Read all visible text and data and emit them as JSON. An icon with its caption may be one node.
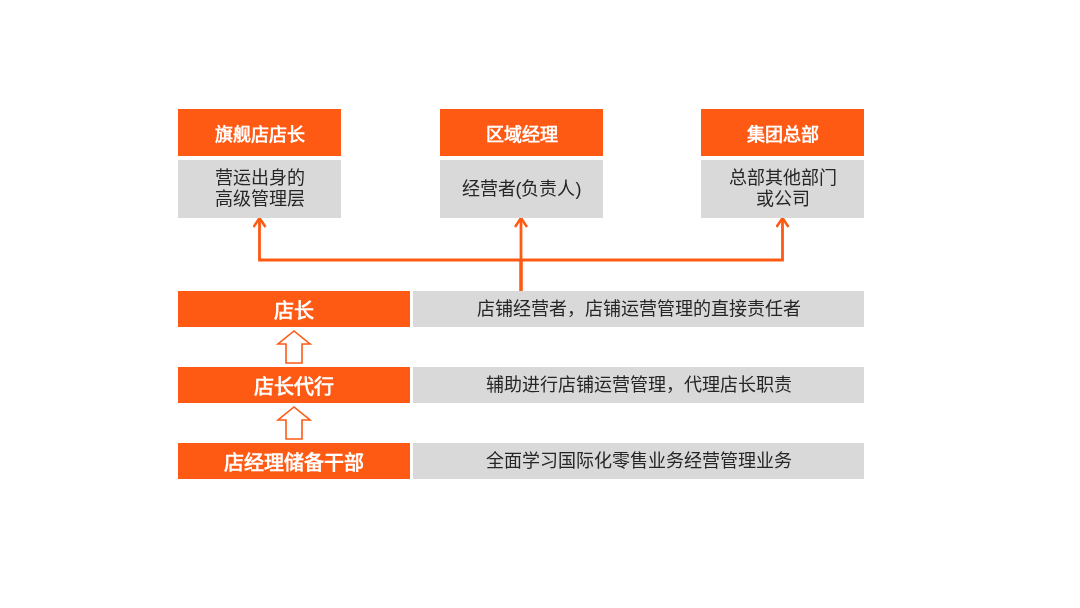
{
  "diagram": {
    "nodes": [
      {
        "text": [
          "旗舰店店长",
          "营运出身的高级管理层"
        ]
      },
      {
        "text": [
          "区域经理",
          "经营者(负责人)"
        ]
      },
      {
        "text": [
          "集团总部",
          "总部其他部门或公司"
        ]
      },
      {
        "text": [
          "店长",
          "店铺经营者，店铺运营管理的直接责任者"
        ]
      },
      {
        "text": [
          "店长代行",
          "辅助进行店铺运营管理，代理店长职责"
        ]
      },
      {
        "text": [
          "店经理储备干部",
          "全面学习国际化零售业务经营管理业务"
        ]
      }
    ],
    "edges": [
      {
        "from": 3,
        "to": 0,
        "arrow": "to"
      },
      {
        "from": 3,
        "to": 1,
        "arrow": "to"
      },
      {
        "from": 3,
        "to": 2,
        "arrow": "to"
      },
      {
        "from": 4,
        "to": 3,
        "arrow": "to"
      },
      {
        "from": 5,
        "to": 4,
        "arrow": "to"
      }
    ]
  }
}
